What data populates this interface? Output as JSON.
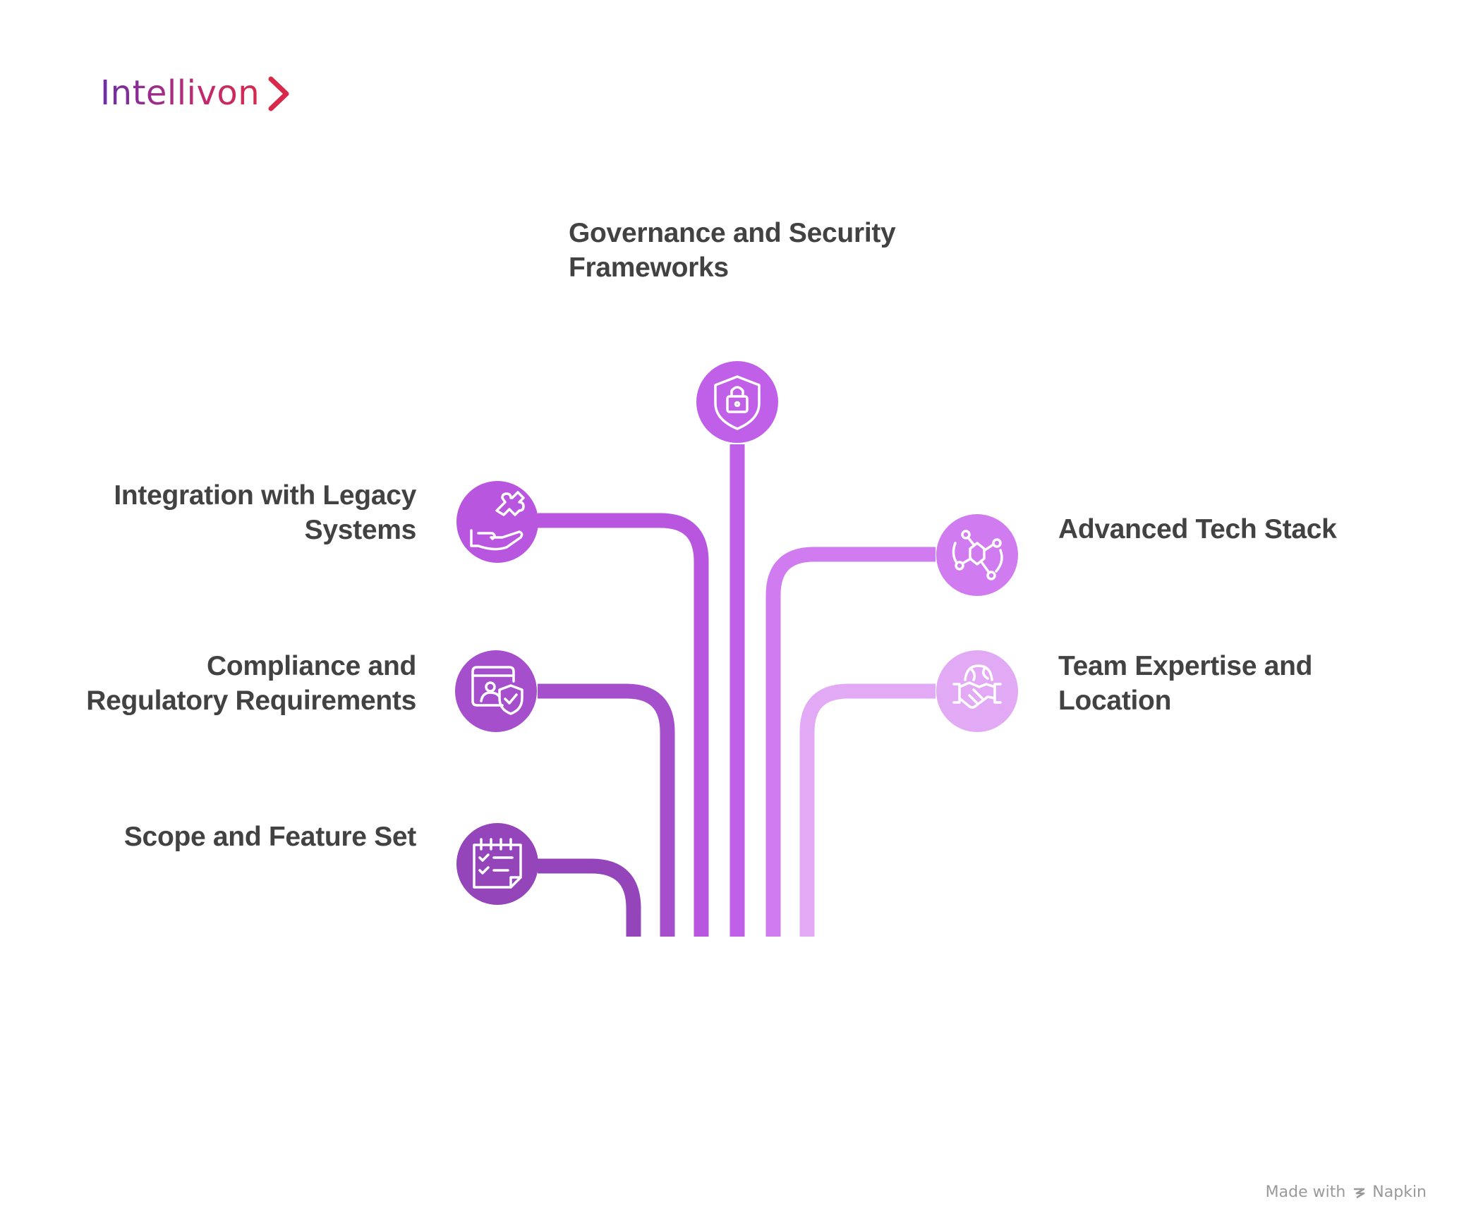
{
  "brand": {
    "name": "Intellivon"
  },
  "items": [
    {
      "id": "governance",
      "title_lines": [
        "Governance and Security",
        "Frameworks"
      ],
      "icon": "shield-lock-icon",
      "color": "#c060e8"
    },
    {
      "id": "integration",
      "title_lines": [
        "Integration with Legacy",
        "Systems"
      ],
      "icon": "hand-puzzle-icon",
      "color": "#b956e0"
    },
    {
      "id": "advanced",
      "title_lines": [
        "Advanced Tech Stack"
      ],
      "icon": "network-nodes-icon",
      "color": "#d07cf0"
    },
    {
      "id": "compliance",
      "title_lines": [
        "Compliance and",
        "Regulatory Requirements"
      ],
      "icon": "user-shield-icon",
      "color": "#a64fcc"
    },
    {
      "id": "team",
      "title_lines": [
        "Team Expertise and",
        "Location"
      ],
      "icon": "globe-handshake-icon",
      "color": "#e2a9f5"
    },
    {
      "id": "scope",
      "title_lines": [
        "Scope and Feature Set"
      ],
      "icon": "checklist-icon",
      "color": "#9445ba"
    }
  ],
  "footer": {
    "made_with": "Made with",
    "product": "Napkin"
  }
}
